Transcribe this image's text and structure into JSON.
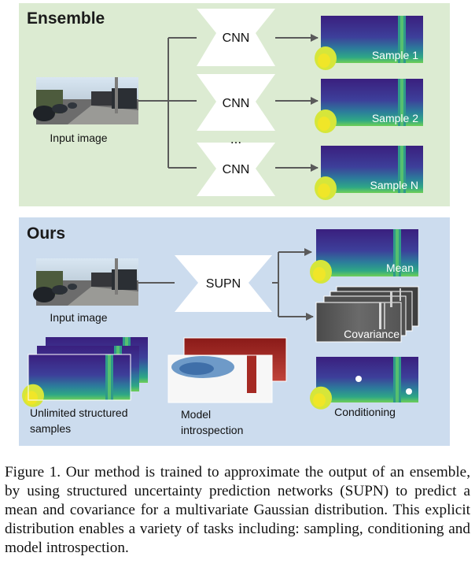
{
  "ensemble_panel": {
    "title": "Ensemble",
    "input_label": "Input image",
    "network_label": "CNN",
    "ellipsis": "...",
    "samples": [
      "Sample 1",
      "Sample 2",
      "Sample N"
    ],
    "background_color": "#dcebd2"
  },
  "ours_panel": {
    "title": "Ours",
    "input_label": "Input image",
    "network_label": "SUPN",
    "outputs": {
      "mean": "Mean",
      "covariance": "Covariance"
    },
    "samples_label_line1": "Unlimited structured",
    "samples_label_line2": "samples",
    "introspection_label_line1": "Model",
    "introspection_label_line2": "introspection",
    "conditioning_label": "Conditioning",
    "background_color": "#ccdcee"
  },
  "caption": {
    "text": "Figure 1.  Our method is trained to approximate the output of an ensemble, by using structured uncertainty prediction networks (SUPN) to predict a mean and covariance for a multivariate Gaussian distribution.  This explicit distribution enables a variety of tasks including: sampling, conditioning and model introspection."
  }
}
